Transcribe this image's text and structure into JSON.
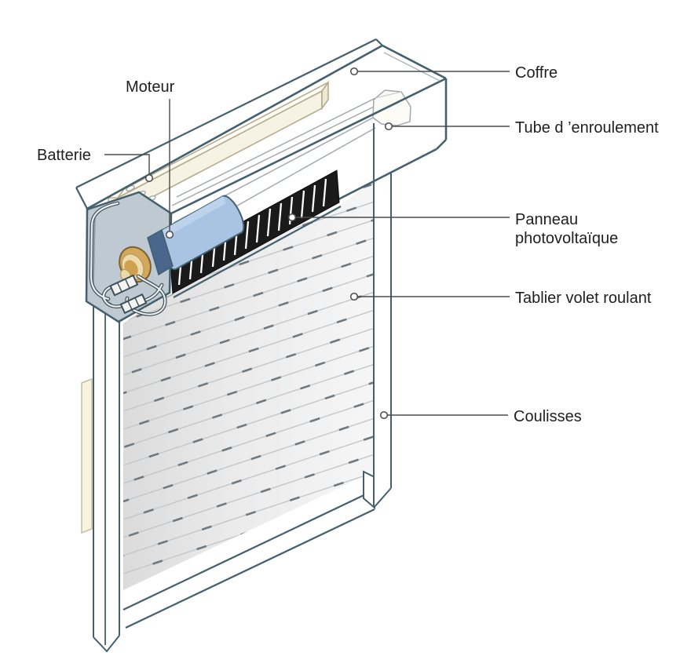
{
  "figure": {
    "kind": "technical-cutaway-diagram",
    "subject": "solar powered roller shutter",
    "labels": {
      "coffre": "Coffre",
      "tube": "Tube d ’enroulement",
      "panneau_line1": "Panneau",
      "panneau_line2": "photovoltaïque",
      "tablier": "Tablier volet roulant",
      "coulisses": "Coulisses",
      "moteur": "Moteur",
      "batterie": "Batterie"
    },
    "colors": {
      "outline": "#44606e",
      "leader_line": "#4b4b4b",
      "text": "#1f1f1f",
      "end_cap_fill": "#bec9d2",
      "motor_blue": "#a9c4e2",
      "motor_ring_navy": "#49678c",
      "motor_cap_gold": "#d4a85c",
      "motor_cap_cream": "#ecdcab",
      "battery_cream": "#f7f3e4",
      "solar_panel_black": "#1a1a1a",
      "curtain_gray": "#e3e3e3",
      "wall_strip_cream": "#f8f2de",
      "background": "#ffffff"
    }
  }
}
